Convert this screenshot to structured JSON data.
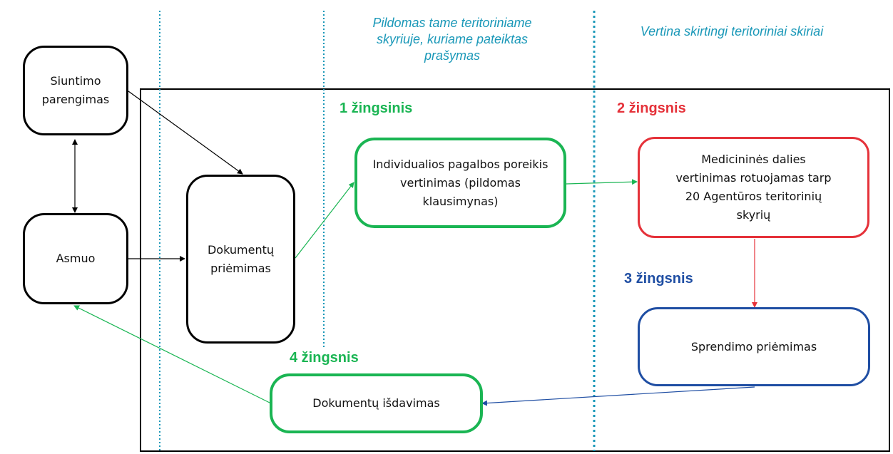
{
  "headers": {
    "column_2": "Pildomas tame teritoriniame skyriuje, kuriame pateiktas prašymas",
    "column_3": "Vertina skirtingi teritoriniai skiriai"
  },
  "steps": {
    "step1": "1 žingsinis",
    "step2": "2 žingsnis",
    "step3": "3 žingsnis",
    "step4": "4 žingsnis"
  },
  "nodes": {
    "siuntimo": "Siuntimo\nparengimas",
    "asmuo": "Asmuo",
    "dokumentu_priemimas": "Dokumentų\npriėmimas",
    "vertinimas": "Individualios pagalbos poreikis\nvertinimas (pildomas\nklausimynas)",
    "medicinines": "Medicininės dalies\nvertinimas rotuojamas tarp\n20 Agentūros teritorinių\nskyrių",
    "sprendimo": "Sprendimo priėmimas",
    "isdavimas": "Dokumentų išdavimas"
  },
  "colors": {
    "green": "#1ab553",
    "red": "#e5323a",
    "blue": "#1f4ea3",
    "teal": "#1a98b8",
    "black": "#000000"
  }
}
